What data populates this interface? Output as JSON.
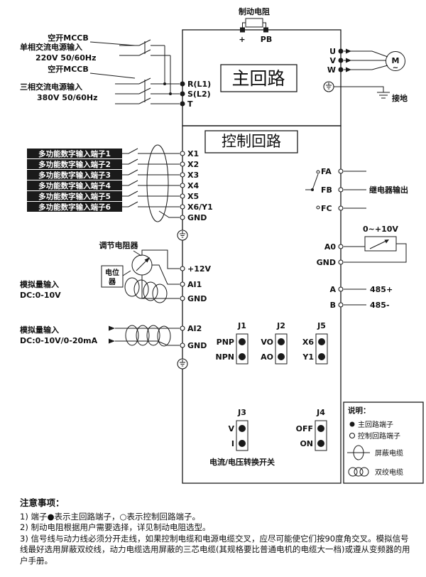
{
  "colors": {
    "ink": "#1a1a1a",
    "label_bg": "#000000",
    "label_fg": "#ffffff"
  },
  "main_title": "主回路",
  "control_title": "控制回路",
  "brake": {
    "label": "制动电阻",
    "t_plus": "+",
    "t_pb": "PB"
  },
  "supply1": {
    "mccb": "空开MCCB",
    "name": "单相交流电源输入",
    "spec": "220V 50/60Hz"
  },
  "supply2": {
    "mccb": "空开MCCB",
    "name": "三相交流电源输入",
    "spec": "380V 50/60Hz"
  },
  "rst": [
    "R(L1)",
    "S(L2)",
    "T"
  ],
  "uvw": [
    "U",
    "V",
    "W"
  ],
  "motor": {
    "label": "M",
    "wave": "~"
  },
  "ground_label": "接地",
  "digital": {
    "labels": [
      "多功能数字输入端子1",
      "多功能数字输入端子2",
      "多功能数字输入端子3",
      "多功能数字输入端子4",
      "多功能数字输入端子5",
      "多功能数字输入端子6"
    ],
    "terminals": [
      "X1",
      "X2",
      "X3",
      "X4",
      "X5",
      "X6/Y1",
      "GND"
    ]
  },
  "analog1": {
    "regulator": "调节电阻器",
    "pot_line1": "电位",
    "pot_line2": "器",
    "name": "模拟量输入",
    "spec": "DC:0-10V",
    "terminals": [
      "+12V",
      "AI1",
      "GND"
    ]
  },
  "analog2": {
    "name": "模拟量输入",
    "spec": "DC:0-10V/0-20mA",
    "terminals": [
      "AI2",
      "GND"
    ]
  },
  "relay": {
    "terminals": [
      "FA",
      "FB",
      "FC"
    ],
    "label": "继电器输出"
  },
  "analog_out": {
    "range": "0~+10V",
    "terminals": [
      "A0",
      "GND"
    ]
  },
  "rs485": {
    "t_a": "A",
    "t_b": "B",
    "plus": "485+",
    "minus": "485-"
  },
  "jumpers": {
    "j1": {
      "name": "J1",
      "pins": [
        "PNP",
        "NPN"
      ]
    },
    "j2": {
      "name": "J2",
      "pins": [
        "VO",
        "AO"
      ]
    },
    "j5": {
      "name": "J5",
      "pins": [
        "X6",
        "Y1"
      ]
    },
    "j3": {
      "name": "J3",
      "pins": [
        "V",
        "I"
      ]
    },
    "j4": {
      "name": "J4",
      "pins": [
        "OFF",
        "ON"
      ]
    }
  },
  "switch_label": "电流/电压转换开关",
  "legend": {
    "title": "说明：",
    "main_terminal": "主回路端子",
    "control_terminal": "控制回路端子",
    "shielded": "屏蔽电缆",
    "twisted": "双绞电缆"
  },
  "notes": {
    "title": "注意事项：",
    "item1": "1) 端子●表示主回路端子，○表示控制回路端子。",
    "item2": "2) 制动电阻根据用户需要选择，详见制动电阻选型。",
    "item3": "3) 信号线与动力线必须分开走线，如果控制电缆和电源电缆交叉，应尽可能使它们按90度角交叉。模拟信号线最好选用屏蔽双绞线，动力电缆选用屏蔽的三芯电缆(其规格要比普通电机的电缆大一档)或遵从变频器的用户手册。"
  }
}
